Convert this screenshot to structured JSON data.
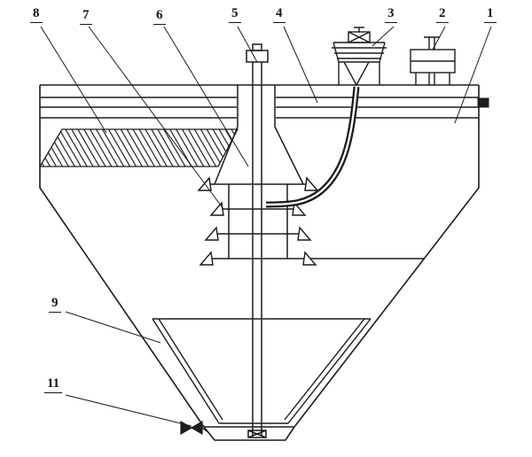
{
  "colors": {
    "background": "#ffffff",
    "line": "#1c1c1c"
  },
  "callouts": {
    "c1": "1",
    "c2": "2",
    "c3": "3",
    "c4": "4",
    "c5": "5",
    "c6": "6",
    "c7": "7",
    "c8": "8",
    "c9": "9",
    "c11": "11"
  }
}
